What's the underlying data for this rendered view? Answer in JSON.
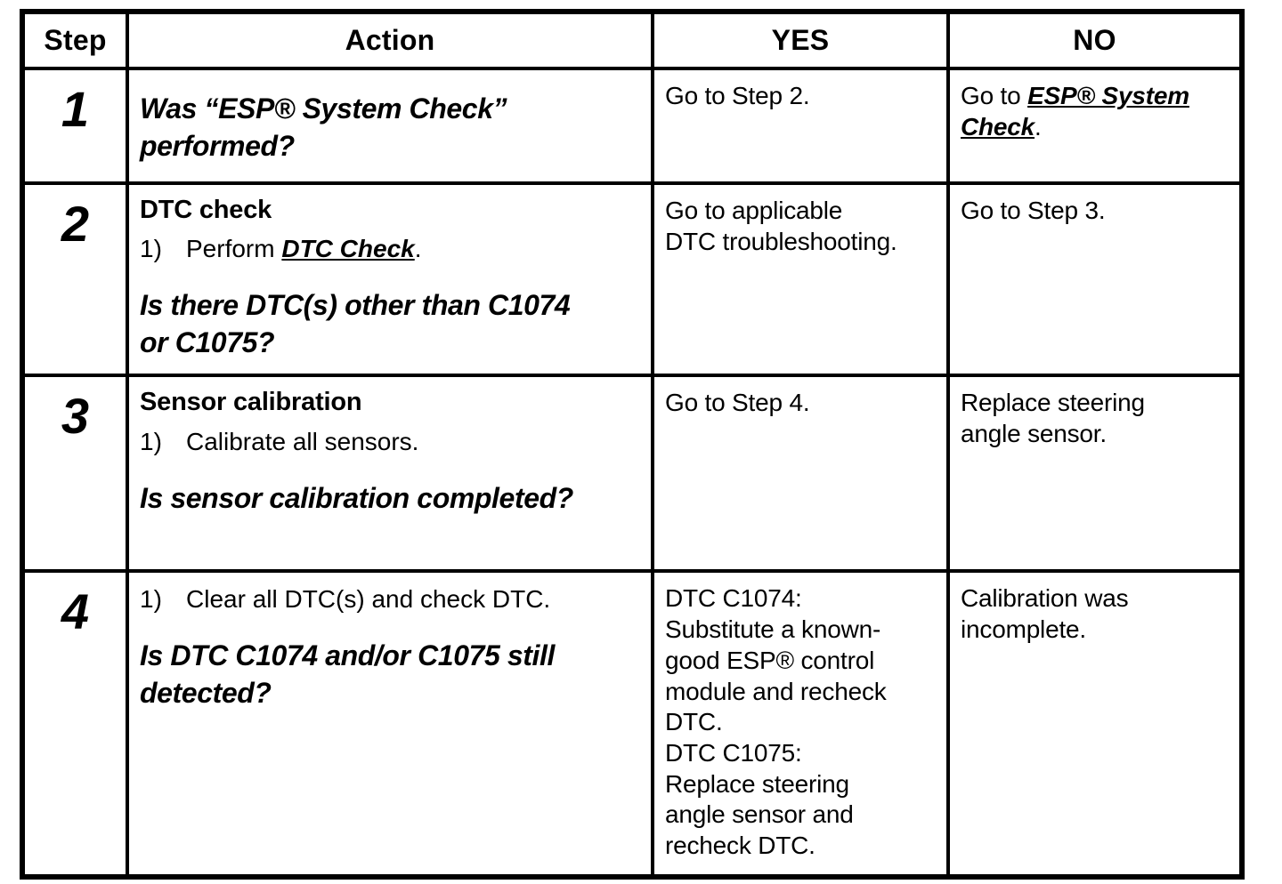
{
  "header": {
    "step": "Step",
    "action": "Action",
    "yes": "YES",
    "no": "NO"
  },
  "rows": [
    {
      "step": "1",
      "action": {
        "question": "Was “ESP® System Check” performed?"
      },
      "yes": {
        "text": "Go to Step 2."
      },
      "no": {
        "prefix": "Go to ",
        "link": "ESP® System Check",
        "suffix": "."
      }
    },
    {
      "step": "2",
      "action": {
        "title": "DTC check",
        "item_number": "1)",
        "item_prefix": "Perform ",
        "item_link": "DTC Check",
        "item_suffix": ".",
        "question": "Is there DTC(s) other than C1074 or C1075?"
      },
      "yes": {
        "text": "Go to applicable DTC troubleshooting."
      },
      "no": {
        "text": "Go to Step 3."
      }
    },
    {
      "step": "3",
      "action": {
        "title": "Sensor calibration",
        "item_number": "1)",
        "item_text": "Calibrate all sensors.",
        "question": "Is sensor calibration completed?"
      },
      "yes": {
        "text": "Go to Step 4."
      },
      "no": {
        "text": "Replace steering angle sensor."
      }
    },
    {
      "step": "4",
      "action": {
        "item_number": "1)",
        "item_text": "Clear all DTC(s) and check DTC.",
        "question": "Is DTC C1074 and/or C1075 still detected?"
      },
      "yes": {
        "paragraphs": [
          "DTC C1074: Substitute a known-good ESP® control module and recheck DTC.",
          "DTC C1075: Replace steering angle sensor and recheck DTC."
        ]
      },
      "no": {
        "text": "Calibration was incomplete."
      }
    }
  ]
}
